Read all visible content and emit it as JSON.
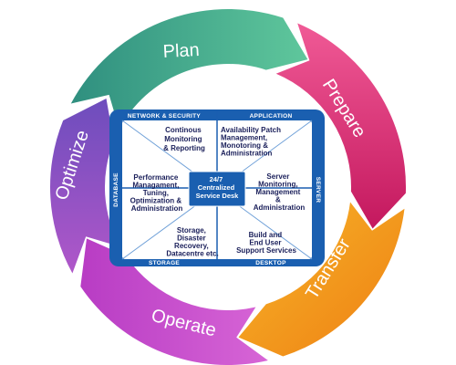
{
  "cycle": {
    "stages": [
      {
        "label": "Plan",
        "color": "#4bb893"
      },
      {
        "label": "Prepare",
        "color": "#e8327a"
      },
      {
        "label": "Transfer",
        "color": "#f39a1a"
      },
      {
        "label": "Operate",
        "color": "#cc4fd0"
      },
      {
        "label": "Optimize",
        "color": "#8a55c6"
      }
    ]
  },
  "framework": {
    "frame_color": "#1a5fb0",
    "top_left_band": "NETWORK & SECURITY",
    "top_right_band": "APPLICATION",
    "left_band": "DATABASE",
    "right_band": "SERVER",
    "bottom_left_band": "STORAGE",
    "bottom_right_band": "DESKTOP",
    "cells": {
      "top": [
        "Continous",
        "Monitoring",
        "& Reporting"
      ],
      "top_right": [
        "Availability Patch",
        "Management,",
        "Monotoring &",
        "Administration"
      ],
      "left": [
        "Performance",
        "Managament,",
        "Tuning,",
        "Optimization &",
        "Administration"
      ],
      "right": [
        "Server",
        "Monitoring,",
        "Management",
        "&",
        "Administration"
      ],
      "bottom_left": [
        "Storage,",
        "Disaster",
        "Recovery,",
        "Datacentre etc."
      ],
      "bottom_right": [
        "Build and",
        "End User",
        "Support Services"
      ]
    },
    "center": [
      "24/7",
      "Centralized",
      "Service Desk"
    ]
  }
}
